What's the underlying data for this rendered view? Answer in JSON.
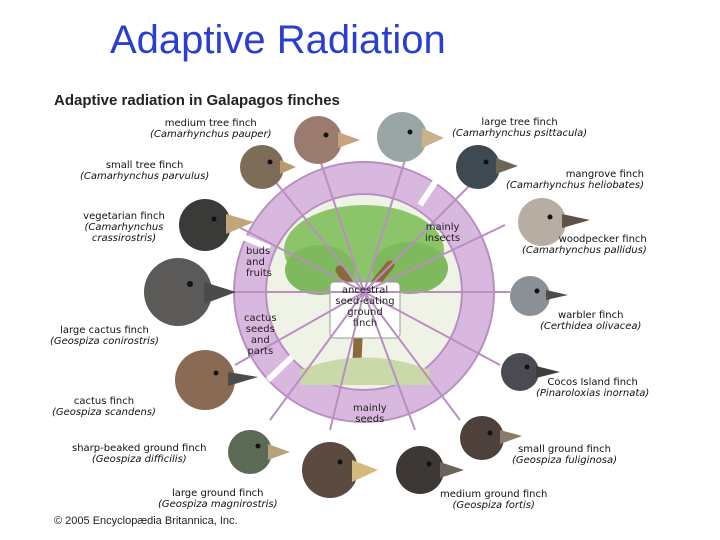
{
  "slide_title": "Adaptive Radiation",
  "figure_title": "Adaptive radiation in Galapagos finches",
  "copyright": "© 2005 Encyclopædia Britannica, Inc.",
  "center_label": [
    "ancestral",
    "seed-eating",
    "ground",
    "finch"
  ],
  "diet_labels": {
    "buds": [
      "buds",
      "and",
      "fruits"
    ],
    "insects": [
      "mainly",
      "insects"
    ],
    "cactus": [
      "cactus",
      "seeds",
      "and",
      "parts"
    ],
    "seeds": [
      "mainly",
      "seeds"
    ]
  },
  "finches": [
    {
      "common": "medium tree finch",
      "scientific": "(Camarhynchus pauper)"
    },
    {
      "common": "large tree finch",
      "scientific": "(Camarhynchus psittacula)"
    },
    {
      "common": "small tree finch",
      "scientific": "(Camarhynchus parvulus)"
    },
    {
      "common": "mangrove finch",
      "scientific": "(Camarhynchus heliobates)"
    },
    {
      "common": "vegetarian finch",
      "scientific": "(Camarhynchus crassirostris)"
    },
    {
      "common": "woodpecker finch",
      "scientific": "(Camarhynchus pallidus)"
    },
    {
      "common": "large cactus finch",
      "scientific": "(Geospiza conirostris)"
    },
    {
      "common": "warbler finch",
      "scientific": "(Certhidea olivacea)"
    },
    {
      "common": "Cocos Island finch",
      "scientific": "(Pinaroloxias inornata)"
    },
    {
      "common": "cactus finch",
      "scientific": "(Geospiza scandens)"
    },
    {
      "common": "small ground finch",
      "scientific": "(Geospiza fuliginosa)"
    },
    {
      "common": "sharp-beaked ground finch",
      "scientific": "(Geospiza difficilis)"
    },
    {
      "common": "large ground finch",
      "scientific": "(Geospiza magnirostris)"
    },
    {
      "common": "medium ground finch",
      "scientific": "(Geospiza fortis)"
    }
  ],
  "colors": {
    "title": "#2a3fd0",
    "ring": "#d9b8df",
    "ring_stroke": "#b98fc2",
    "inner_bg": "#eef3e6",
    "tree_trunk": "#8a6a3a",
    "foliage": "#8cc46a",
    "ground": "#c9d9a8"
  }
}
